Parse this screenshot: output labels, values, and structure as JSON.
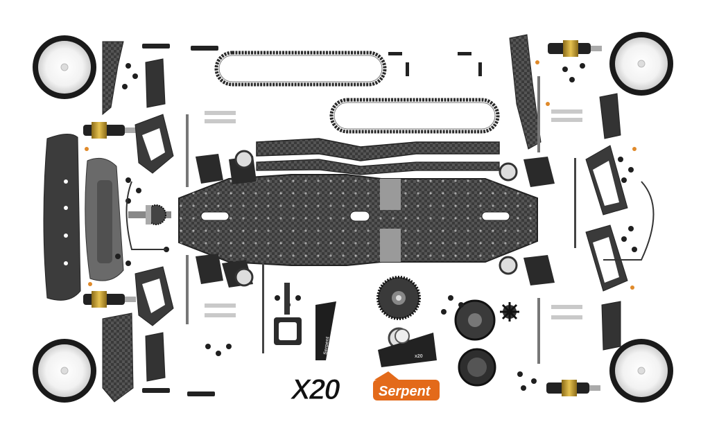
{
  "logos": {
    "model": "X20",
    "brand": "Serpent"
  },
  "part_labels": {
    "motor_mount": "Serpent",
    "bearing_label": "x20"
  },
  "colors": {
    "background": "#ffffff",
    "carbon": "#3a3a3a",
    "carbon_light": "#5a5a5a",
    "aluminium": "#b9b9b9",
    "gold": "#c8a030",
    "orange": "#e36a1a",
    "tire": "#1a1a1a",
    "rim": "#f4f4f4"
  },
  "icons": [
    "wheel-icon",
    "chassis-plate-icon",
    "belt-icon",
    "shock-absorber-icon",
    "suspension-arm-icon",
    "gear-icon",
    "screw-icon",
    "bumper-icon"
  ]
}
